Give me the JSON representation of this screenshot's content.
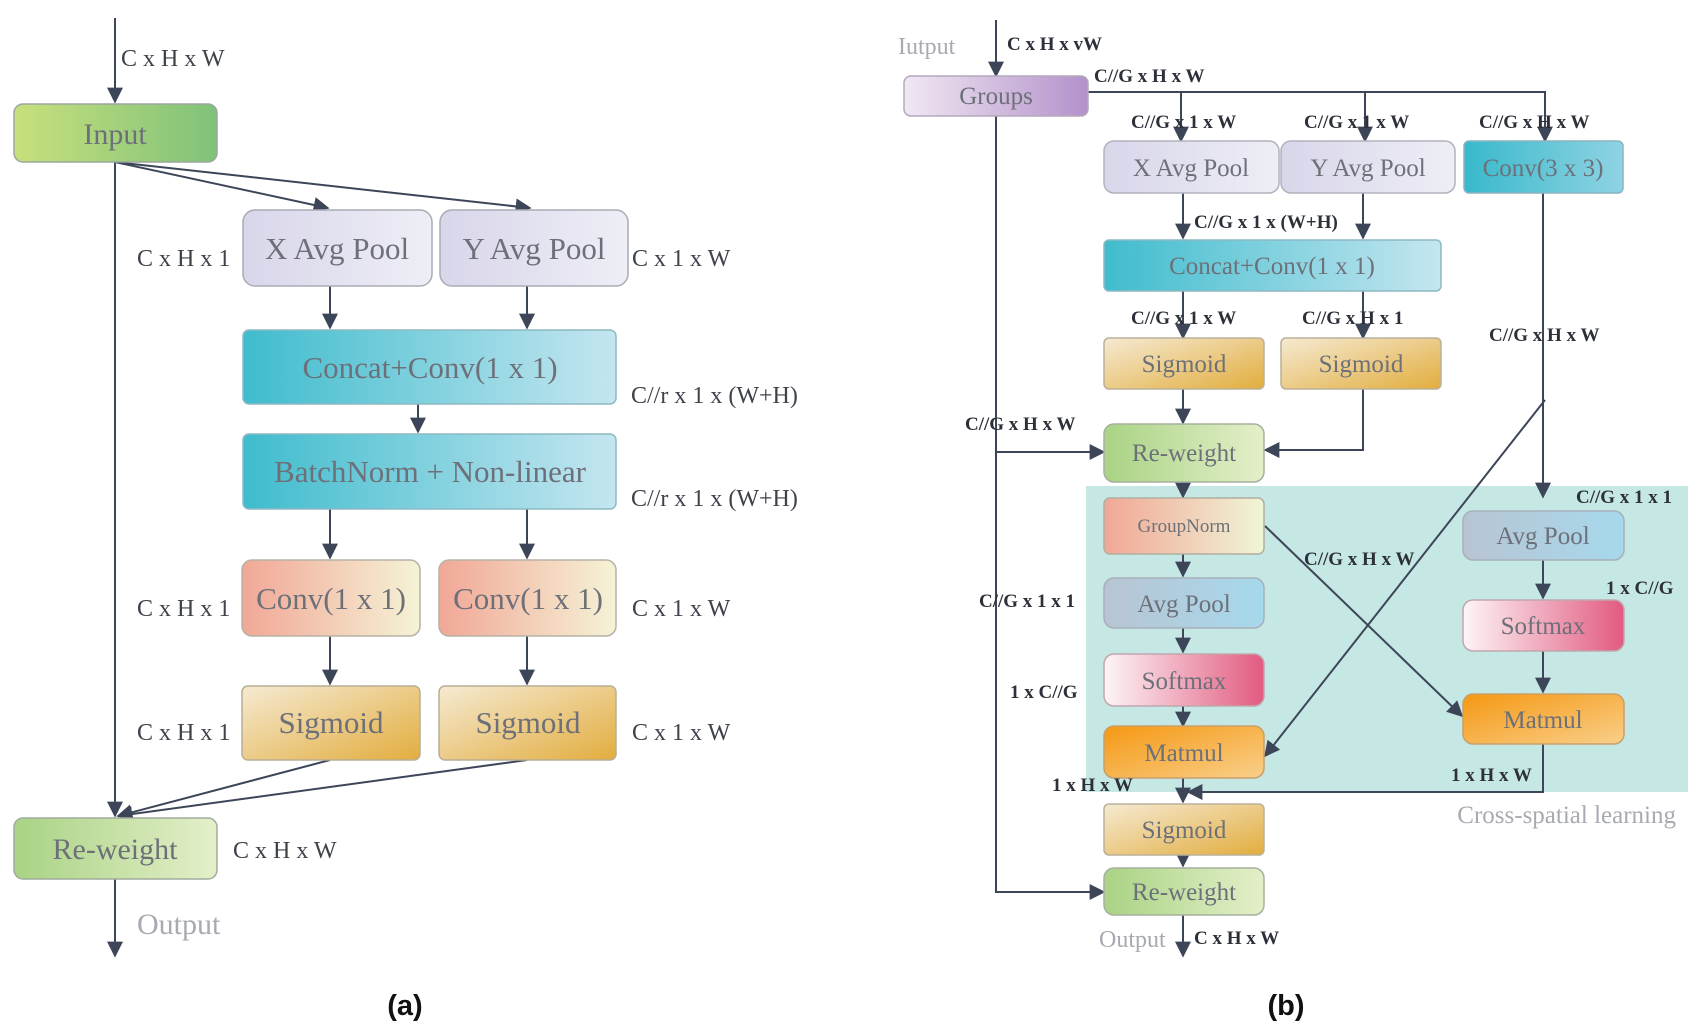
{
  "panel_a": {
    "caption": "(a)",
    "input_dim": "C x H x W",
    "nodes": {
      "input": "Input",
      "x_pool": "X Avg Pool",
      "y_pool": "Y Avg Pool",
      "concat": "Concat+Conv(1 x 1)",
      "bn": "BatchNorm + Non-linear",
      "conv_l": "Conv(1 x 1)",
      "conv_r": "Conv(1 x 1)",
      "sig_l": "Sigmoid",
      "sig_r": "Sigmoid",
      "reweight": "Re-weight"
    },
    "labels": {
      "cxh1_a": "C x H x 1",
      "cx1w_a": "C x 1 x W",
      "concat_dim": "C//r x 1 x (W+H)",
      "bn_dim": "C//r x 1 x (W+H)",
      "cxh1_b": "C x H x 1",
      "cx1w_b": "C x 1 x W",
      "cxh1_c": "C x H x 1",
      "cx1w_c": "C x 1 x W",
      "reweight_dim": "C x H x W"
    },
    "output": "Output"
  },
  "panel_b": {
    "caption": "(b)",
    "input_text": "Iutput",
    "input_dim": "C x H x vW",
    "nodes": {
      "groups": "Groups",
      "x_pool": "X Avg Pool",
      "y_pool": "Y Avg Pool",
      "conv3": "Conv(3 x 3)",
      "concat": "Concat+Conv(1 x 1)",
      "sig_l": "Sigmoid",
      "sig_r": "Sigmoid",
      "reweight1": "Re-weight",
      "groupnorm": "GroupNorm",
      "avgpool_l": "Avg Pool",
      "softmax_l": "Softmax",
      "matmul_l": "Matmul",
      "avgpool_r": "Avg Pool",
      "softmax_r": "Softmax",
      "matmul_r": "Matmul",
      "sig_final": "Sigmoid",
      "reweight2": "Re-weight"
    },
    "labels": {
      "groups_out": "C//G x H x W",
      "x_in": "C//G x 1 x W",
      "y_in": "C//G x 1 x W",
      "conv3_in": "C//G x H x W",
      "concat_in": "C//G x 1 x (W+H)",
      "sig_l_in": "C//G x 1 x W",
      "sig_r_in": "C//G x H x 1",
      "conv3_out": "C//G x H x W",
      "reweight_in": "C//G x H x W",
      "avgpool_r_in": "C//G x 1 x 1",
      "cross_dim": "C//G x H x W",
      "avgpool_l_out": "C//G x 1 x 1",
      "softmax_r_in": "1 x C//G",
      "softmax_l_in": "1 x C//G",
      "matmul_l_out": "1 x H x W",
      "matmul_r_out": "1 x H x W",
      "output_dim": "C x H x W"
    },
    "cross_spatial": "Cross-spatial learning",
    "output": "Output"
  },
  "colors": {
    "green_grad": [
      "#c4de7c",
      "#7fc27a"
    ],
    "lavender": [
      "#d8d6ea",
      "#eeeef6"
    ],
    "teal": [
      "#49c0d0",
      "#bde3ee"
    ],
    "salmon_cream": [
      "#f1a796",
      "#f5f3d6"
    ],
    "gold": [
      "#f1e5c8",
      "#e3b040"
    ],
    "purple": [
      "#f0e6f2",
      "#b694cc"
    ],
    "orange": [
      "#f6a21a",
      "#f8c16f"
    ],
    "pink": [
      "#fdf2f4",
      "#e3567f"
    ],
    "steel": [
      "#b9c5d4",
      "#a8d8ea"
    ],
    "panel_bg": "#c6e8e4"
  }
}
